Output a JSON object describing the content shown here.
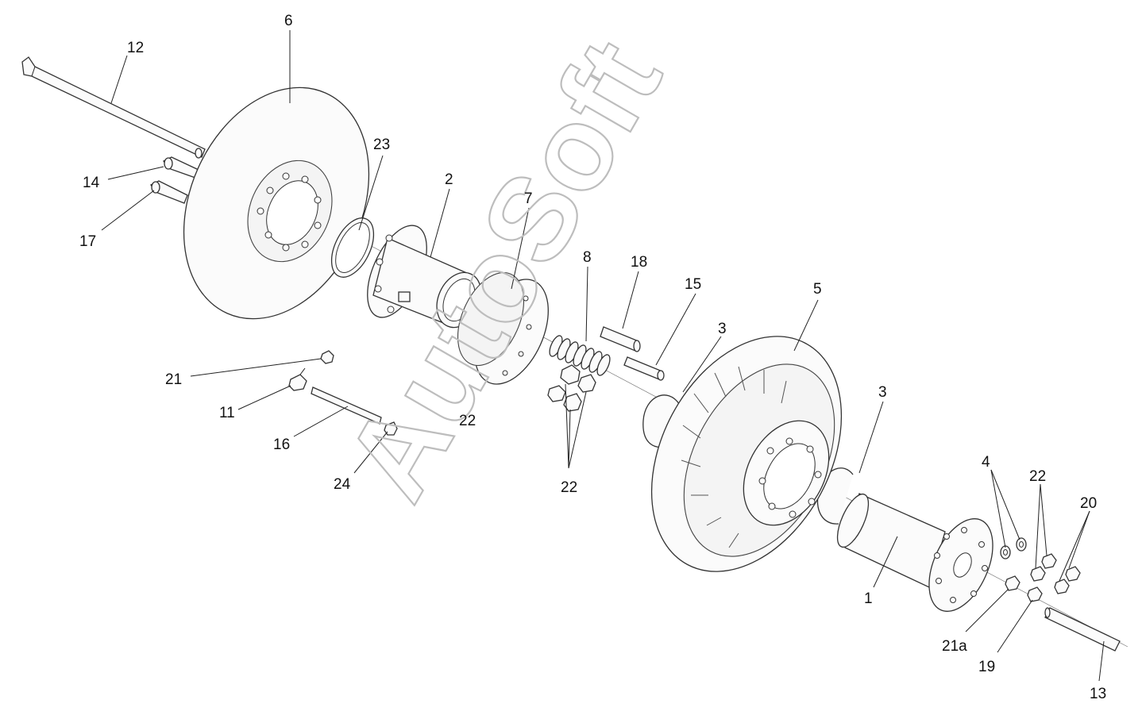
{
  "watermark": "AutoSoft",
  "callouts": [
    {
      "id": "c1",
      "text": "1"
    },
    {
      "id": "c2",
      "text": "2"
    },
    {
      "id": "c3a",
      "text": "3"
    },
    {
      "id": "c3b",
      "text": "3"
    },
    {
      "id": "c4",
      "text": "4"
    },
    {
      "id": "c5",
      "text": "5"
    },
    {
      "id": "c6",
      "text": "6"
    },
    {
      "id": "c7",
      "text": "7"
    },
    {
      "id": "c8",
      "text": "8"
    },
    {
      "id": "c11",
      "text": "11"
    },
    {
      "id": "c12",
      "text": "12"
    },
    {
      "id": "c13",
      "text": "13"
    },
    {
      "id": "c14",
      "text": "14"
    },
    {
      "id": "c15",
      "text": "15"
    },
    {
      "id": "c16",
      "text": "16"
    },
    {
      "id": "c17",
      "text": "17"
    },
    {
      "id": "c18",
      "text": "18"
    },
    {
      "id": "c19",
      "text": "19"
    },
    {
      "id": "c20",
      "text": "20"
    },
    {
      "id": "c21",
      "text": "21"
    },
    {
      "id": "c21a",
      "text": "21a"
    },
    {
      "id": "c22a",
      "text": "22"
    },
    {
      "id": "c22b",
      "text": "22"
    },
    {
      "id": "c22c",
      "text": "22"
    },
    {
      "id": "c23",
      "text": "23"
    },
    {
      "id": "c24",
      "text": "24"
    }
  ]
}
